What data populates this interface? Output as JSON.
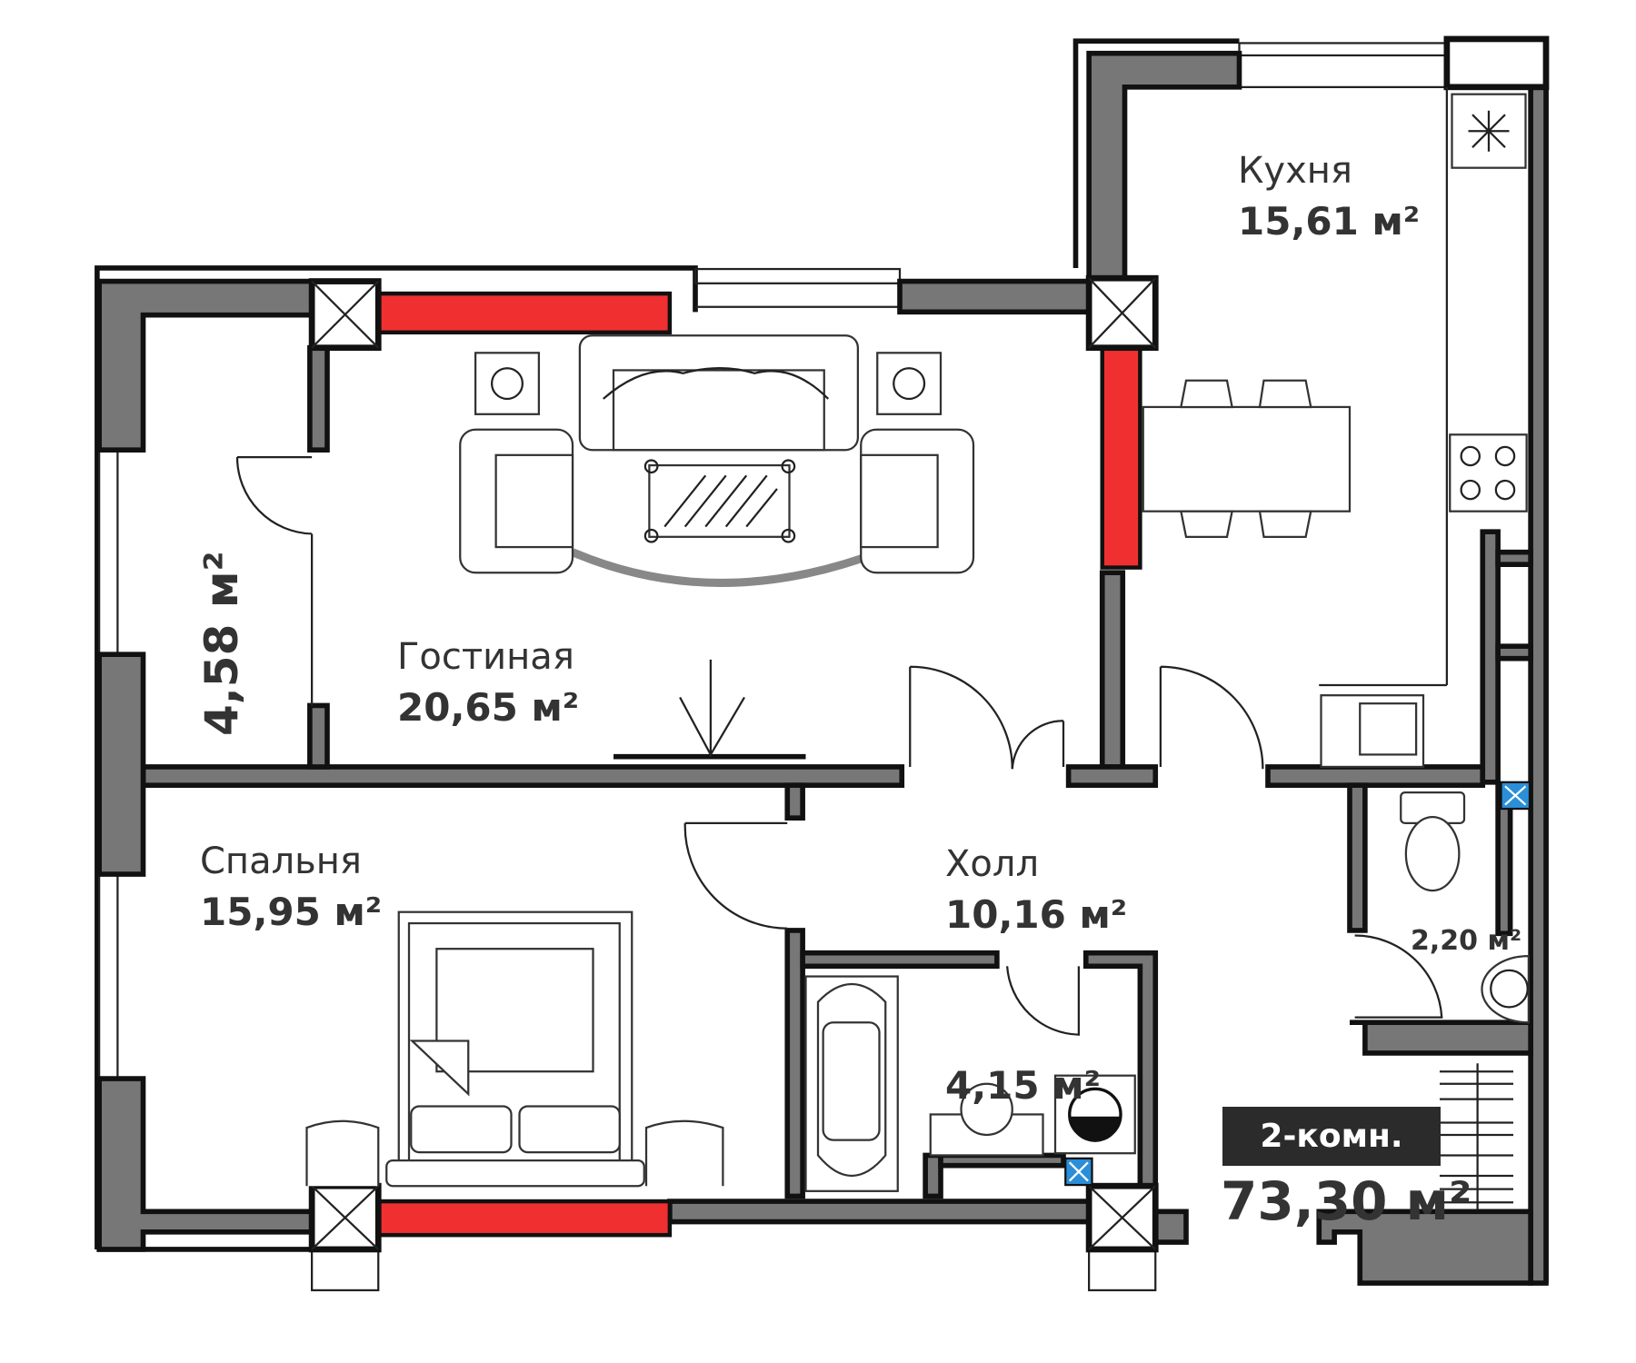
{
  "rooms": [
    {
      "name": "Кухня",
      "area": "15,61 м²"
    },
    {
      "name": "Гостиная",
      "area": "20,65 м²"
    },
    {
      "name": "Спальня",
      "area": "15,95 м²"
    },
    {
      "name": "Холл",
      "area": "10,16 м²"
    }
  ],
  "unlabeled_areas": {
    "balcony": "4,58 м²",
    "bathroom": "4,15 м²",
    "toilet": "2,20 м²"
  },
  "summary": {
    "type_badge": "2-комн.",
    "total_area": "73,30 м²"
  },
  "colors": {
    "wall": "#777777",
    "new_wall": "#f03030",
    "badge": "#2b2b2b"
  }
}
